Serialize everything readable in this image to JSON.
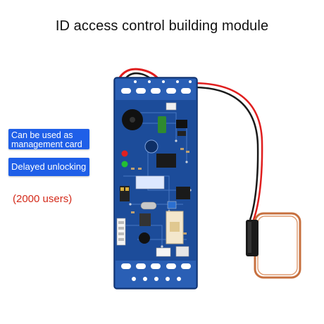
{
  "page": {
    "title": "ID access control building module"
  },
  "badges": [
    {
      "text": "Can be used as management card"
    },
    {
      "text": "Delayed unlocking"
    }
  ],
  "users_note": "(2000 users)",
  "colors": {
    "badge_blue": "#1f5fe8",
    "users_red": "#d42a1a",
    "pcb_blue": "#1c4c9a",
    "pcb_dark": "#163d80",
    "coil_copper": "#c7703f",
    "wire_red": "#e01e1e",
    "wire_black": "#1a1a1a"
  }
}
